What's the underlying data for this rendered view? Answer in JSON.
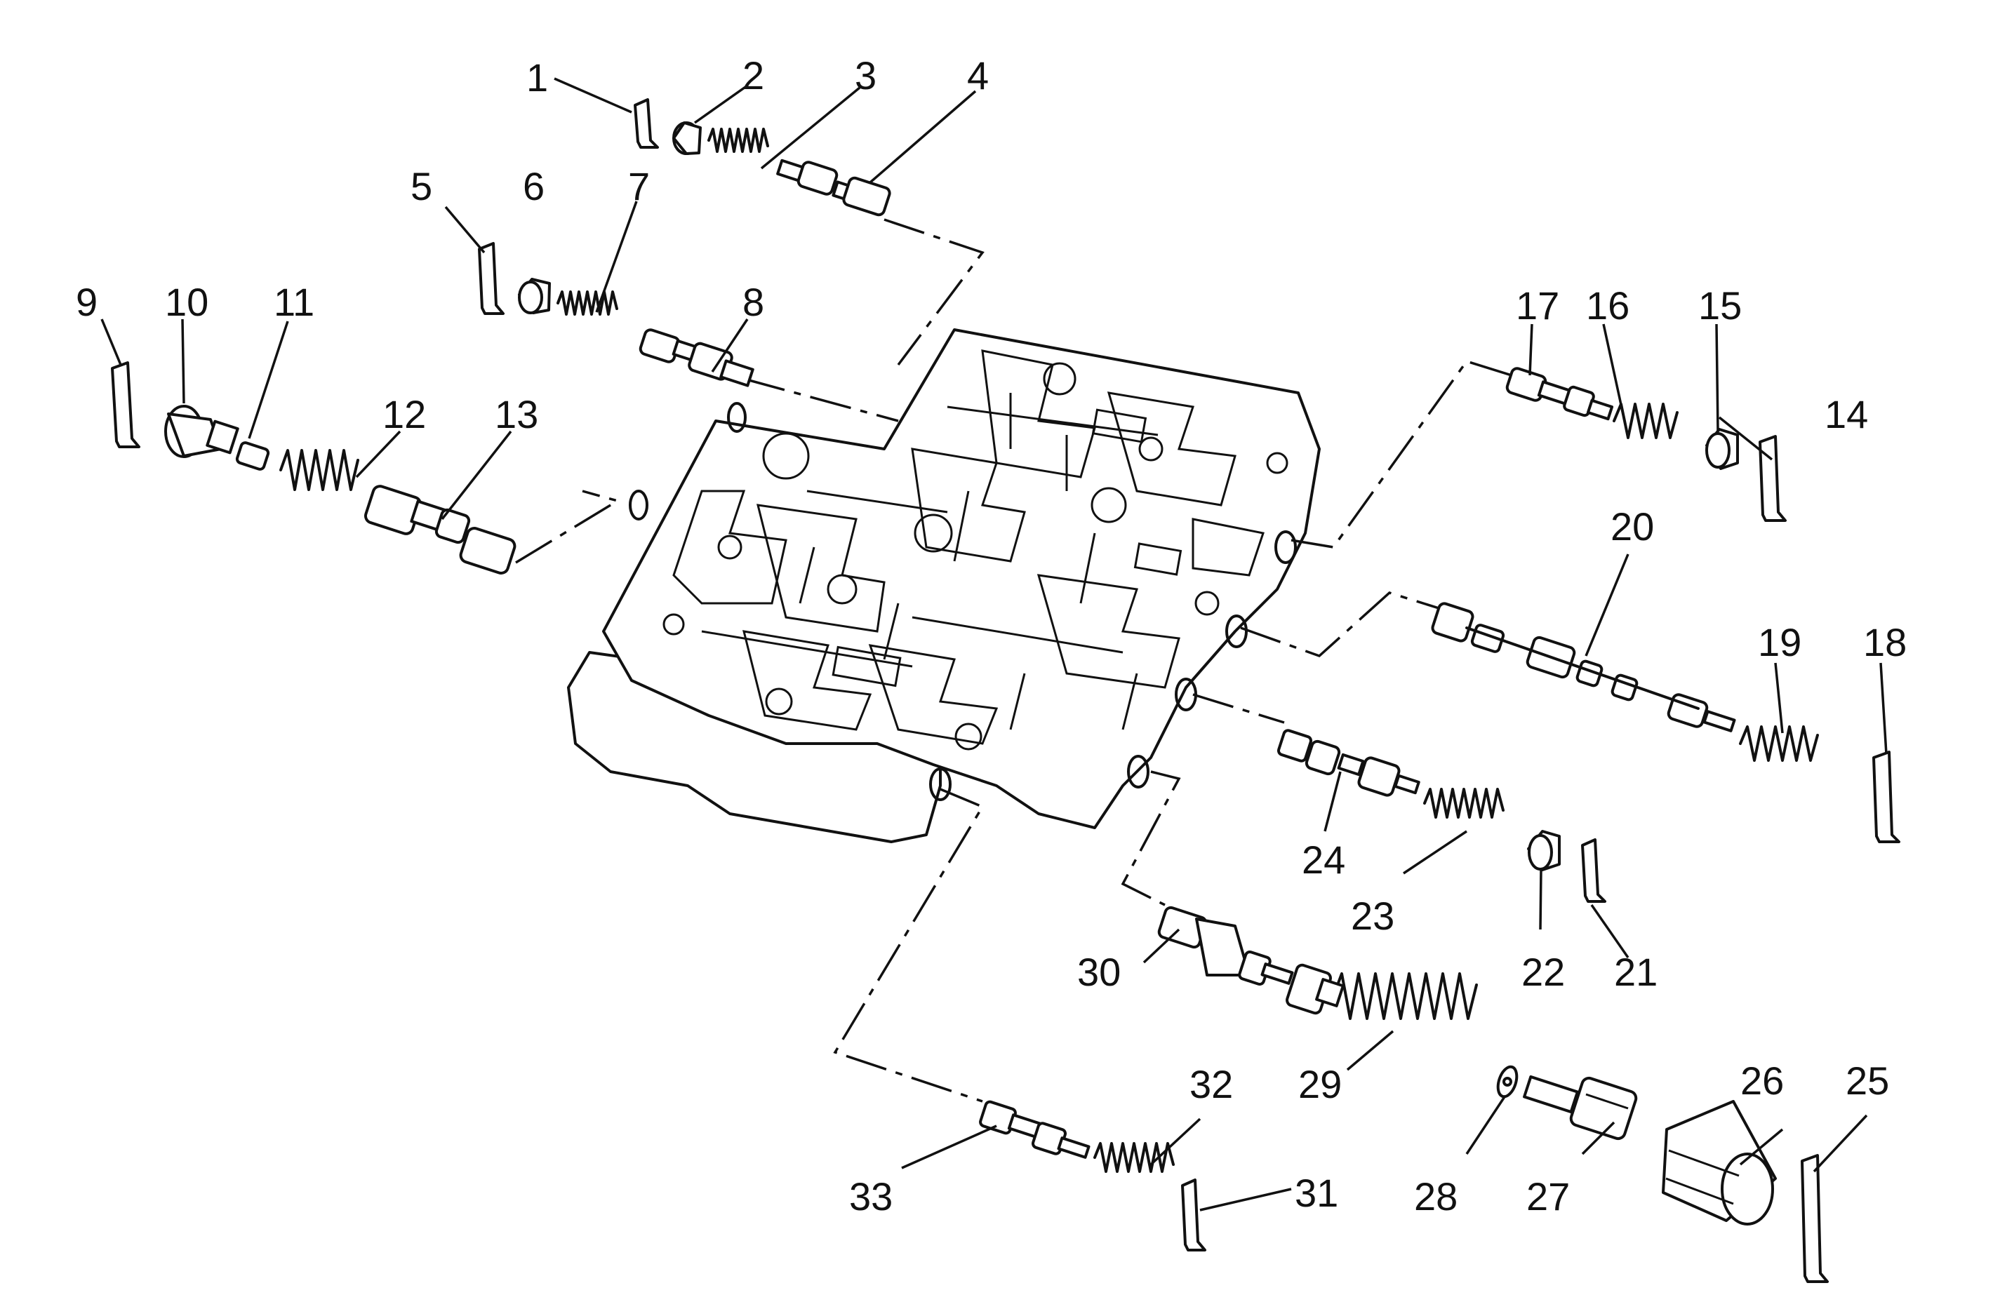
{
  "diagram": {
    "type": "exploded-parts-view",
    "callouts": [
      "1",
      "2",
      "3",
      "4",
      "5",
      "6",
      "7",
      "8",
      "9",
      "10",
      "11",
      "12",
      "13",
      "14",
      "15",
      "16",
      "17",
      "18",
      "19",
      "20",
      "21",
      "22",
      "23",
      "24",
      "25",
      "26",
      "27",
      "28",
      "29",
      "30",
      "31",
      "32",
      "33"
    ],
    "colors": {
      "ink": "#111111",
      "background": "#ffffff"
    }
  }
}
